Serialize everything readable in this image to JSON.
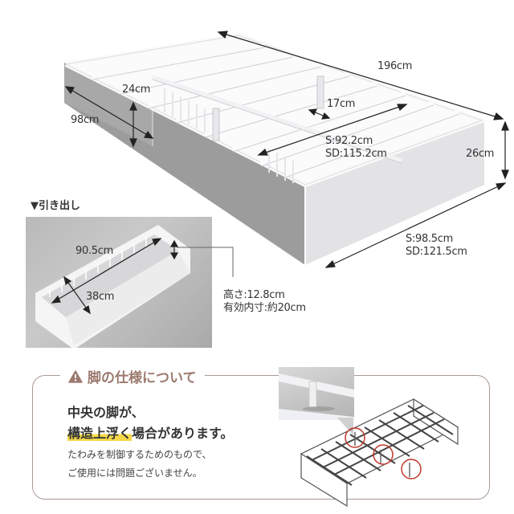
{
  "bed_diagram": {
    "length": "196cm",
    "width_headboard": "98cm",
    "drawer_side_height": "24cm",
    "slat_gap": "17cm",
    "inner_width": {
      "s": "S:92.2cm",
      "sd": "SD:115.2cm"
    },
    "height": "26cm",
    "outer_width": {
      "s": "S:98.5cm",
      "sd": "SD:121.5cm"
    }
  },
  "drawer": {
    "title": "▼引き出し",
    "length": "90.5cm",
    "width": "38cm",
    "height_label": "高さ:12.8cm",
    "effective_label": "有効内寸:約20cm"
  },
  "notice": {
    "icon": "warning-icon",
    "title": "脚の仕様について",
    "headline_line1": "中央の脚が、",
    "headline_highlight": "構造上浮く",
    "headline_rest": "場合があります。",
    "body_line1": "たわみを制御するためのもので、",
    "body_line2": "ご使用には問題ございません。",
    "accent_color": "#9c7a70",
    "highlight_color": "#f5d84a",
    "circle_color": "#c0392b"
  }
}
